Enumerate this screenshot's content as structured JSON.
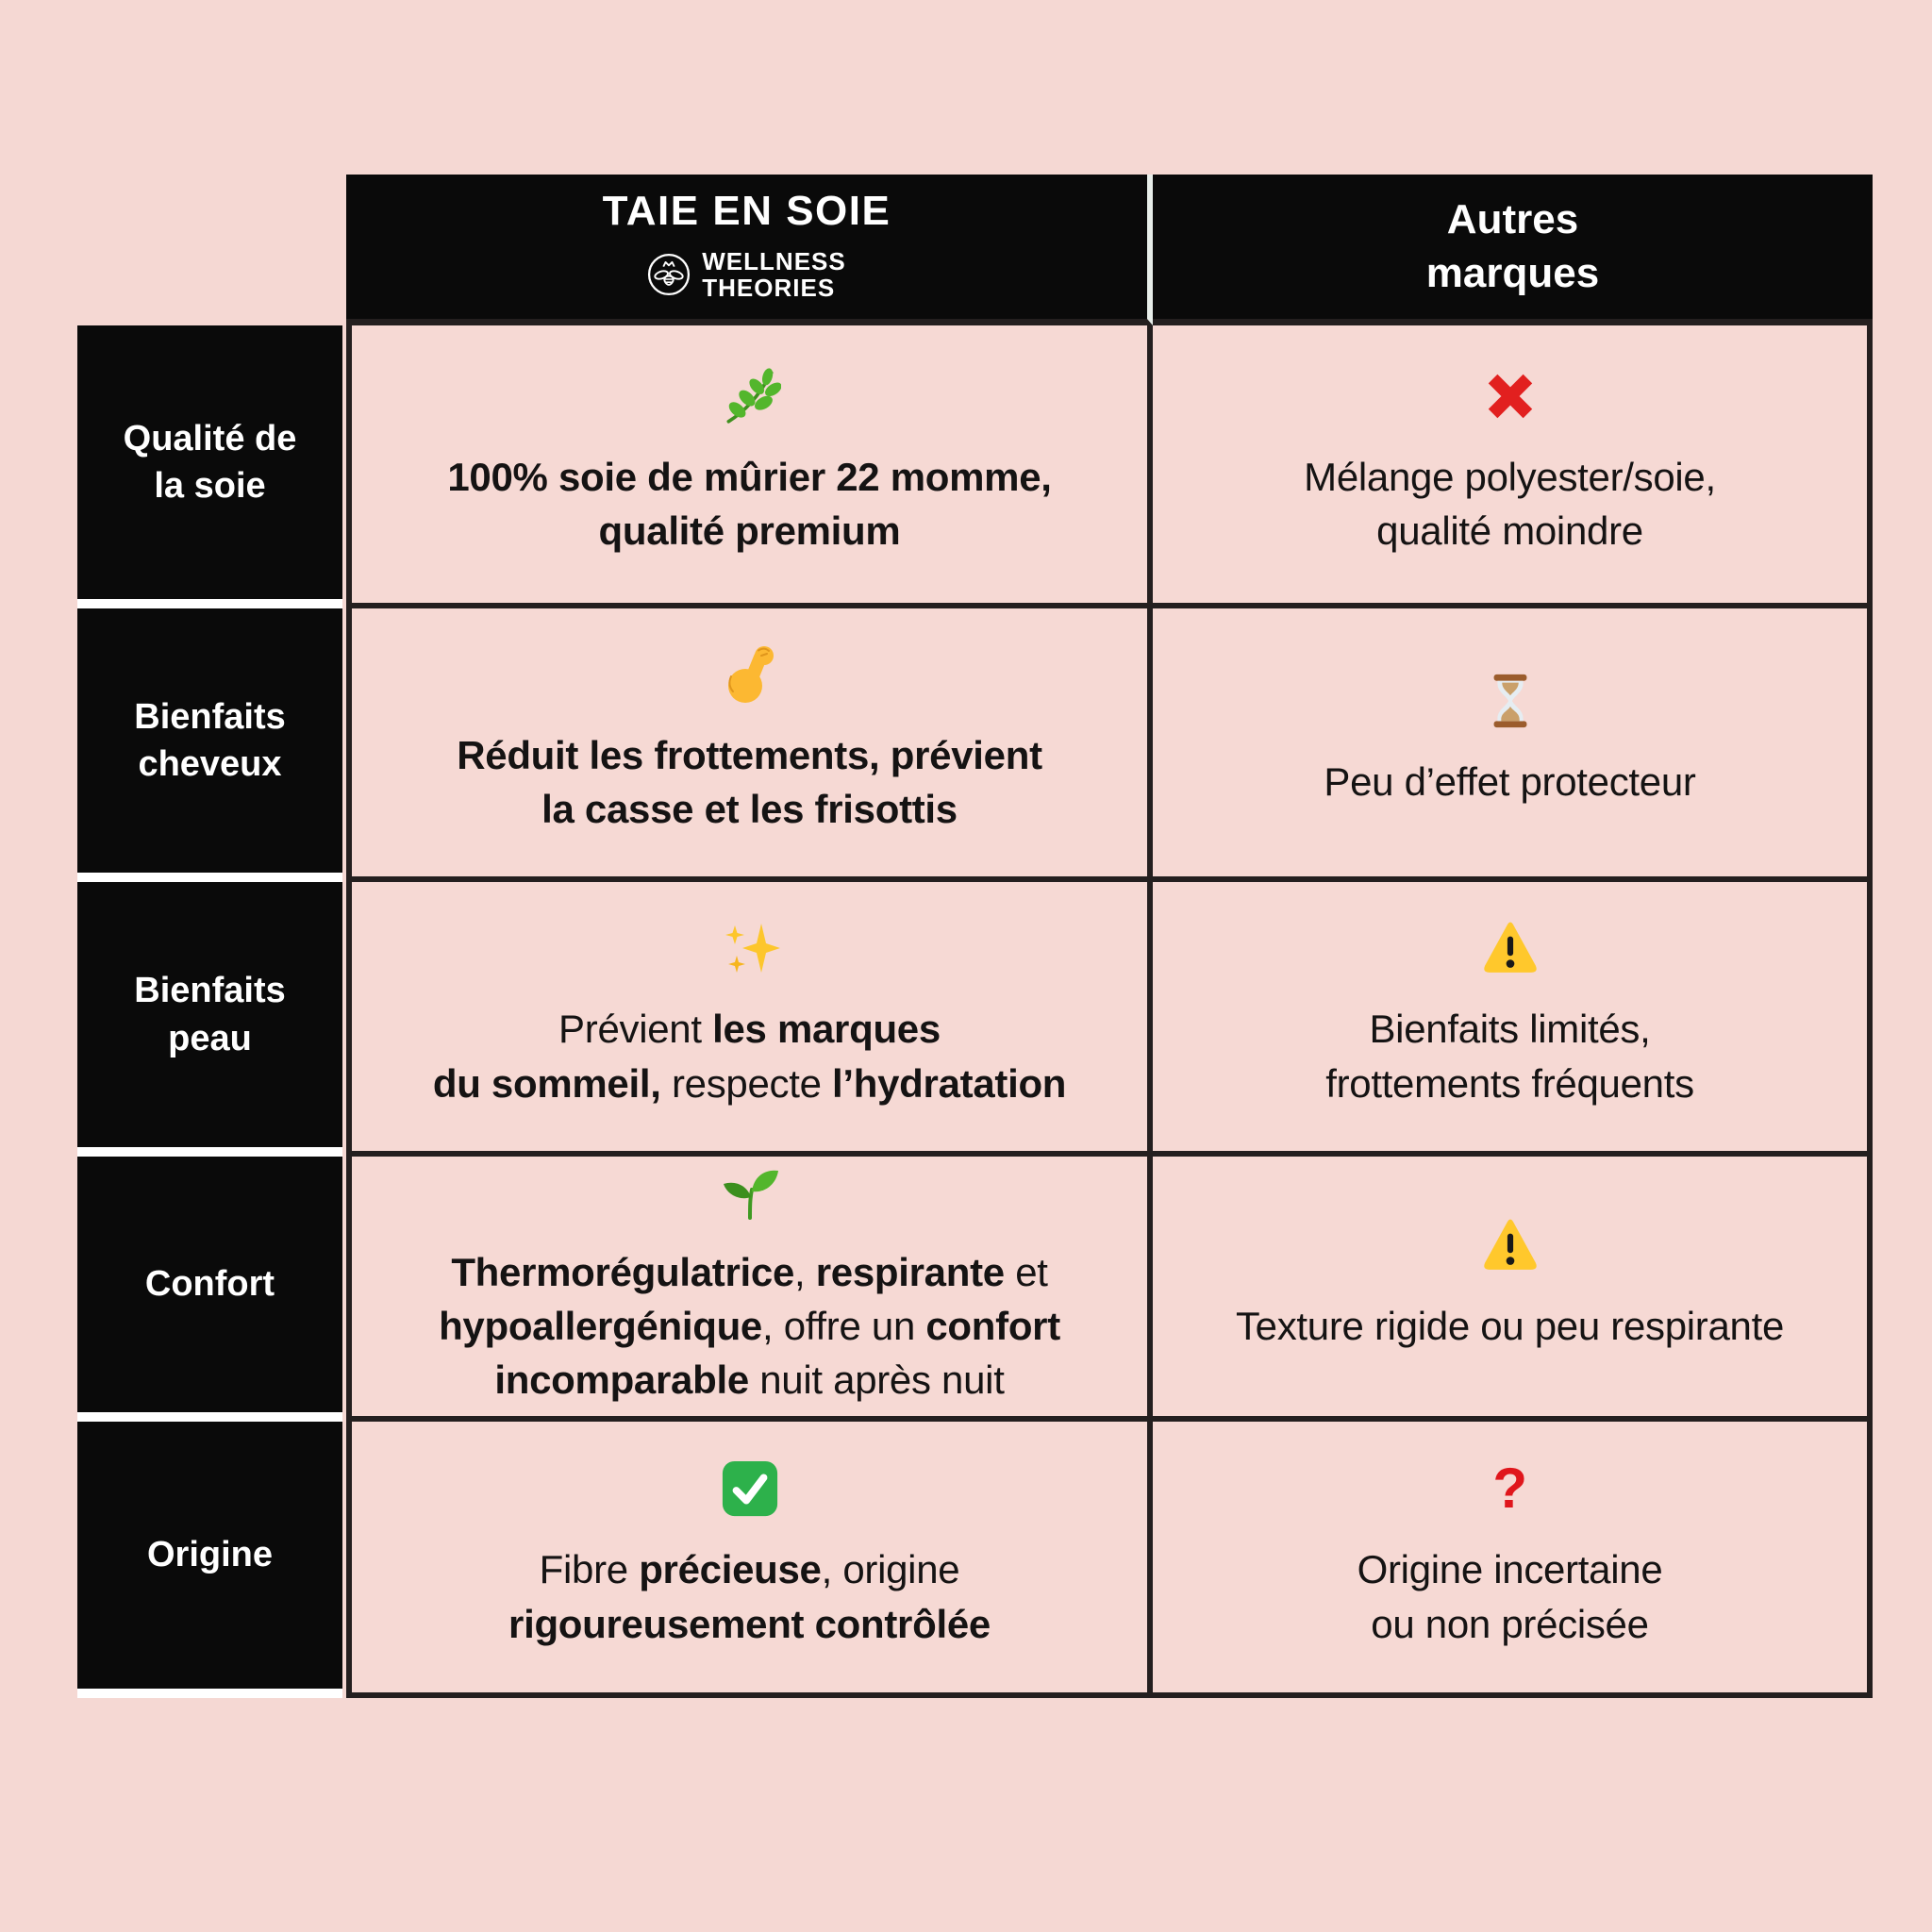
{
  "page": {
    "background_color": "#f5d8d3"
  },
  "table": {
    "header": {
      "brand": {
        "title": "TAIE EN SOIE",
        "logo": {
          "icon": "bee-icon",
          "name_line1": "WELLNESS",
          "name_line2": "THEORIES"
        }
      },
      "others": {
        "title_line1": "Autres",
        "title_line2": "marques"
      }
    },
    "rows": [
      {
        "label": "Qualité de\nla soie",
        "brand": {
          "icon": "herb-icon",
          "segments": [
            {
              "bold": true,
              "text": "100% soie de mûrier 22 momme,\nqualité premium"
            }
          ]
        },
        "others": {
          "icon": "cross-mark-icon",
          "segments": [
            {
              "bold": false,
              "text": "Mélange polyester/soie,\nqualité moindre"
            }
          ]
        }
      },
      {
        "label": "Bienfaits\ncheveux",
        "brand": {
          "icon": "flexed-biceps-icon",
          "segments": [
            {
              "bold": true,
              "text": "Réduit les frottements, prévient\nla casse et les frisottis"
            }
          ]
        },
        "others": {
          "icon": "hourglass-icon",
          "segments": [
            {
              "bold": false,
              "text": "Peu d’effet protecteur"
            }
          ]
        }
      },
      {
        "label": "Bienfaits\npeau",
        "brand": {
          "icon": "sparkles-icon",
          "segments": [
            {
              "bold": false,
              "text": "Prévient "
            },
            {
              "bold": true,
              "text": "les marques\ndu sommeil,"
            },
            {
              "bold": false,
              "text": " respecte "
            },
            {
              "bold": true,
              "text": "l’hydratation"
            }
          ]
        },
        "others": {
          "icon": "warning-icon",
          "segments": [
            {
              "bold": false,
              "text": "Bienfaits limités,\nfrottements fréquents"
            }
          ]
        }
      },
      {
        "label": "Confort",
        "brand": {
          "icon": "seedling-icon",
          "segments": [
            {
              "bold": true,
              "text": "Thermorégulatrice"
            },
            {
              "bold": false,
              "text": ", "
            },
            {
              "bold": true,
              "text": "respirante"
            },
            {
              "bold": false,
              "text": " et\n"
            },
            {
              "bold": true,
              "text": "hypoallergénique"
            },
            {
              "bold": false,
              "text": ", offre un "
            },
            {
              "bold": true,
              "text": "confort\nincomparable"
            },
            {
              "bold": false,
              "text": " nuit après nuit"
            }
          ]
        },
        "others": {
          "icon": "warning-icon",
          "segments": [
            {
              "bold": false,
              "text": "Texture rigide ou peu respirante"
            }
          ]
        }
      },
      {
        "label": "Origine",
        "brand": {
          "icon": "check-mark-icon",
          "segments": [
            {
              "bold": false,
              "text": "Fibre "
            },
            {
              "bold": true,
              "text": "précieuse"
            },
            {
              "bold": false,
              "text": ", origine\n"
            },
            {
              "bold": true,
              "text": "rigoureusement contrôlée"
            }
          ]
        },
        "others": {
          "icon": "red-question-mark-icon",
          "segments": [
            {
              "bold": false,
              "text": "Origine incertaine\nou non précisée"
            }
          ]
        }
      }
    ]
  },
  "colors": {
    "background_pink": "#f5d8d3",
    "cell_pink": "#f6d9d4",
    "header_black": "#0a0a0a",
    "label_black": "#0a0a0a",
    "grid_line_dark": "#241f1f",
    "text_dark": "#151313",
    "text_white": "#ffffff",
    "cross_red": "#e2201f",
    "warning_yellow": "#ffc82c",
    "check_green": "#2db14b",
    "question_red": "#e0161c",
    "leaf_green": "#53b62c",
    "hourglass_brown": "#9b5c2c",
    "biceps_yellow": "#fcb832"
  }
}
